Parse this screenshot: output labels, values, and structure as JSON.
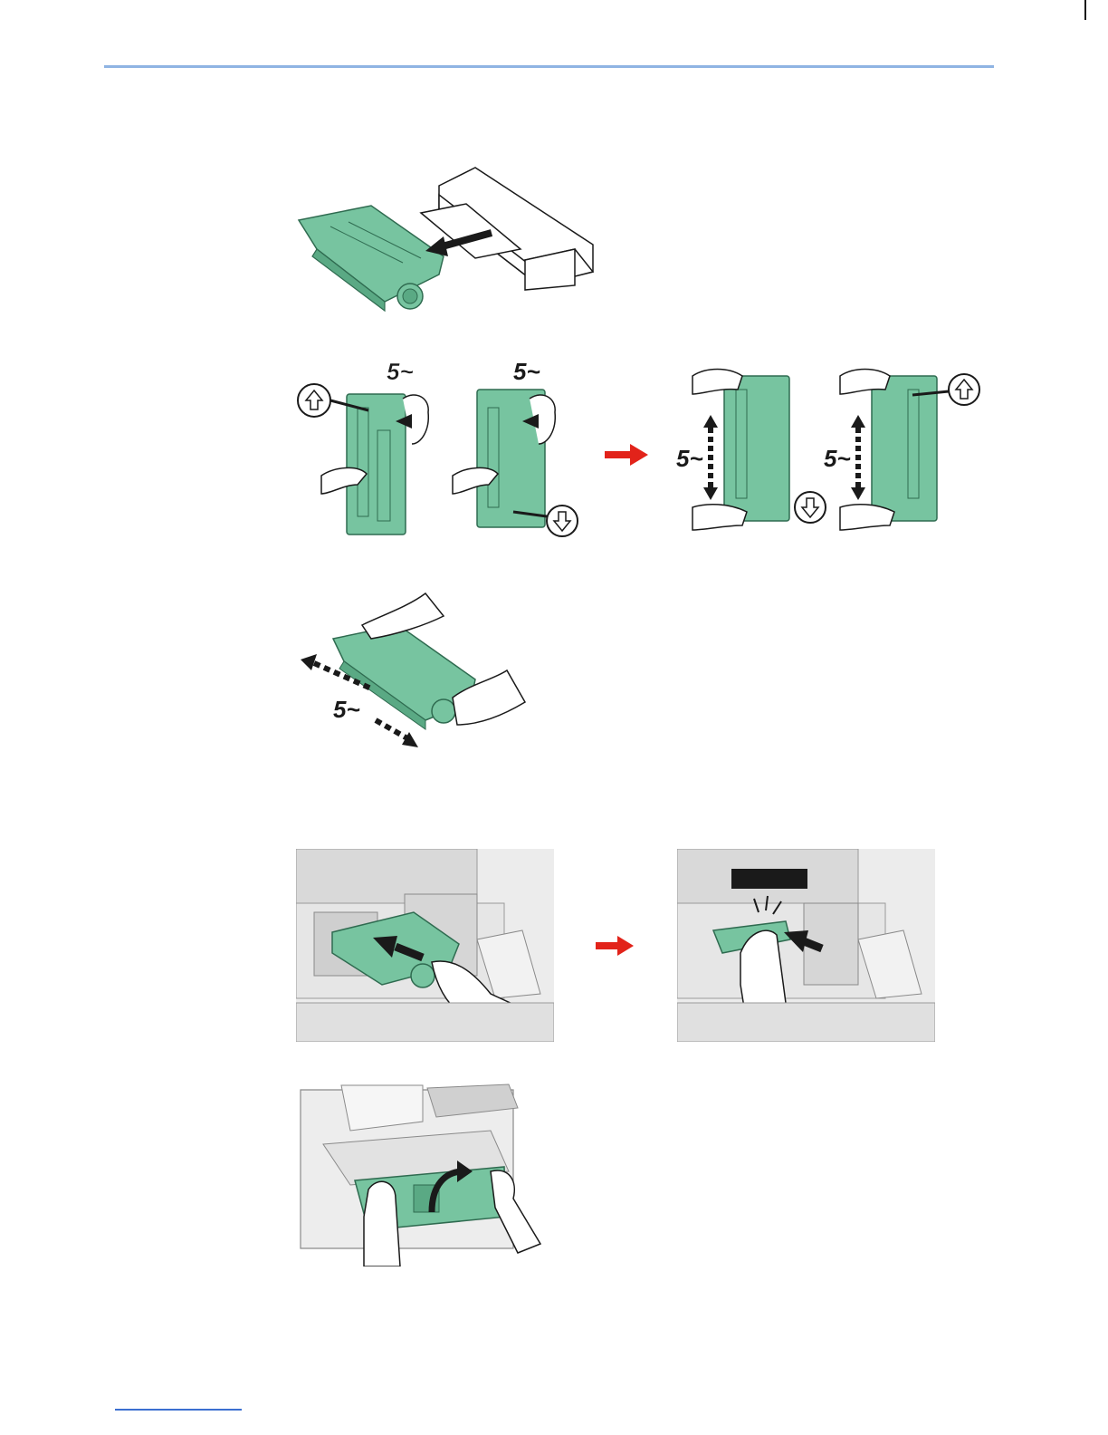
{
  "colors": {
    "toner_green": "#77c4a0",
    "toner_dark": "#2f6b50",
    "accent_red": "#e2231a",
    "rule_blue": "#8fb4e3",
    "link_blue": "#3b6fd0"
  },
  "shake_labels": {
    "a": "5~",
    "b": "5~",
    "c": "5~",
    "d": "5~",
    "e": "5~"
  },
  "icons": [
    "up-arrow-circle-icon",
    "down-arrow-circle-icon",
    "red-arrow-icon",
    "curved-arrow-icon"
  ]
}
